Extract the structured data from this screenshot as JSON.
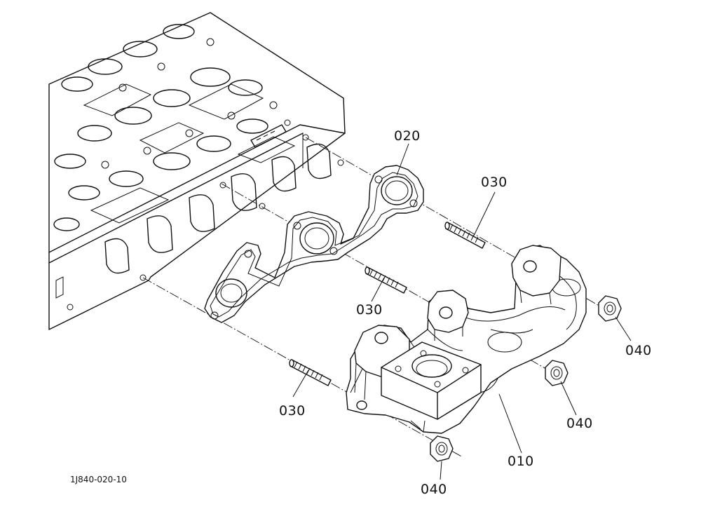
{
  "labels": {
    "gasket": "020",
    "stud_upper": "030",
    "stud_middle": "030",
    "stud_lower": "030",
    "manifold": "010",
    "nut_right": "040",
    "nut_middle": "040",
    "nut_bottom": "040"
  },
  "reference_code": "1J840-020-10"
}
